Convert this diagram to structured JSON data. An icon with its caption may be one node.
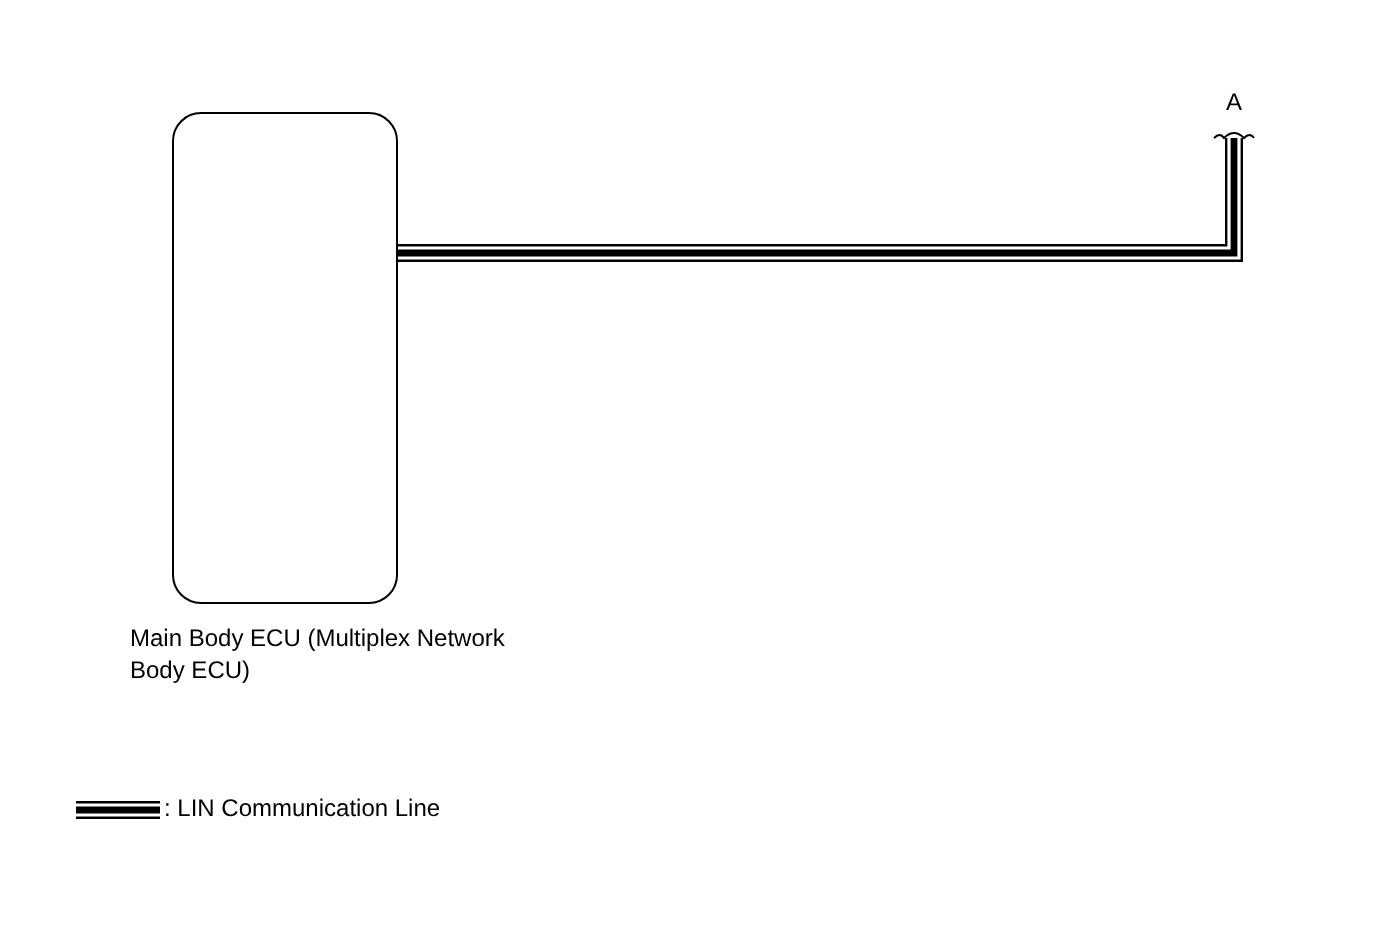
{
  "diagram": {
    "nodes": [
      {
        "text": [],
        "shape": "box",
        "beside": [
          "Main Body ECU (Multiplex Network Body ECU)"
        ]
      },
      {
        "text": [
          "A"
        ]
      }
    ],
    "edges": [
      {
        "from": 0,
        "to": 1,
        "arrow": "none"
      }
    ],
    "legend": [
      {
        "text": ": LIN Communication Line"
      }
    ]
  }
}
